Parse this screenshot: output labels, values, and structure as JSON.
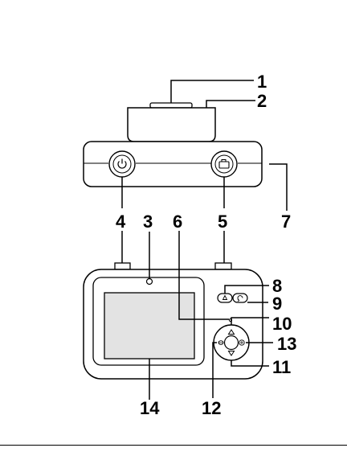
{
  "diagram": {
    "callouts": [
      {
        "id": "1",
        "label": "1"
      },
      {
        "id": "2",
        "label": "2"
      },
      {
        "id": "3",
        "label": "3"
      },
      {
        "id": "4",
        "label": "4"
      },
      {
        "id": "5",
        "label": "5"
      },
      {
        "id": "6",
        "label": "6"
      },
      {
        "id": "7",
        "label": "7"
      },
      {
        "id": "8",
        "label": "8"
      },
      {
        "id": "9",
        "label": "9"
      },
      {
        "id": "10",
        "label": "10"
      },
      {
        "id": "11",
        "label": "11"
      },
      {
        "id": "12",
        "label": "12"
      },
      {
        "id": "13",
        "label": "13"
      },
      {
        "id": "14",
        "label": "14"
      }
    ],
    "icons": {
      "power": "power-icon",
      "camera": "camera-icon",
      "up": "up-arrow-icon",
      "down": "down-arrow-icon",
      "ok": "ok-icon",
      "settings": "settings-icon",
      "mode": "mode-icon",
      "back": "back-icon"
    },
    "colors": {
      "outline": "#000000",
      "screen": "#e3e3e3",
      "background": "#ffffff"
    }
  }
}
